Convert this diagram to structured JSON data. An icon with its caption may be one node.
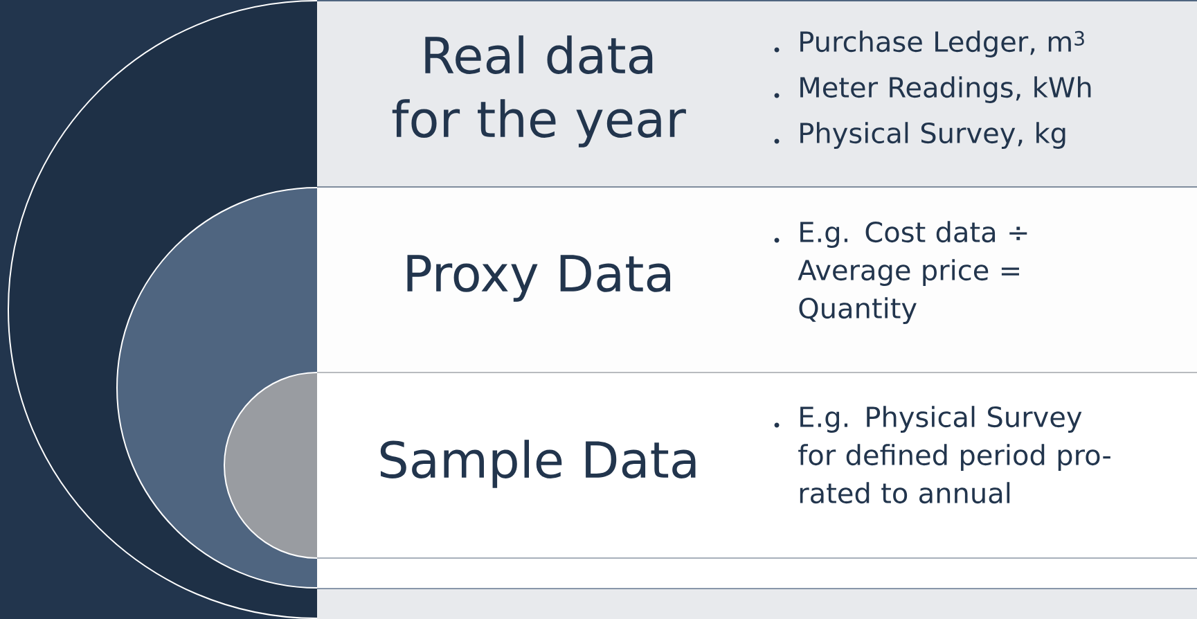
{
  "diagram": {
    "nodes": [
      {
        "text": [
          "Real data for the year",
          "Purchase Ledger, m$^{3}$",
          "Meter Readings, kWh",
          "Physical Survey, kg"
        ]
      },
      {
        "text": [
          "Proxy Data",
          "E.g. Cost data ÷ Average price = Quantity"
        ]
      },
      {
        "text": [
          "Sample Data",
          "E.g. Physical Survey for defined period pro-rated to annual"
        ]
      }
    ]
  }
}
